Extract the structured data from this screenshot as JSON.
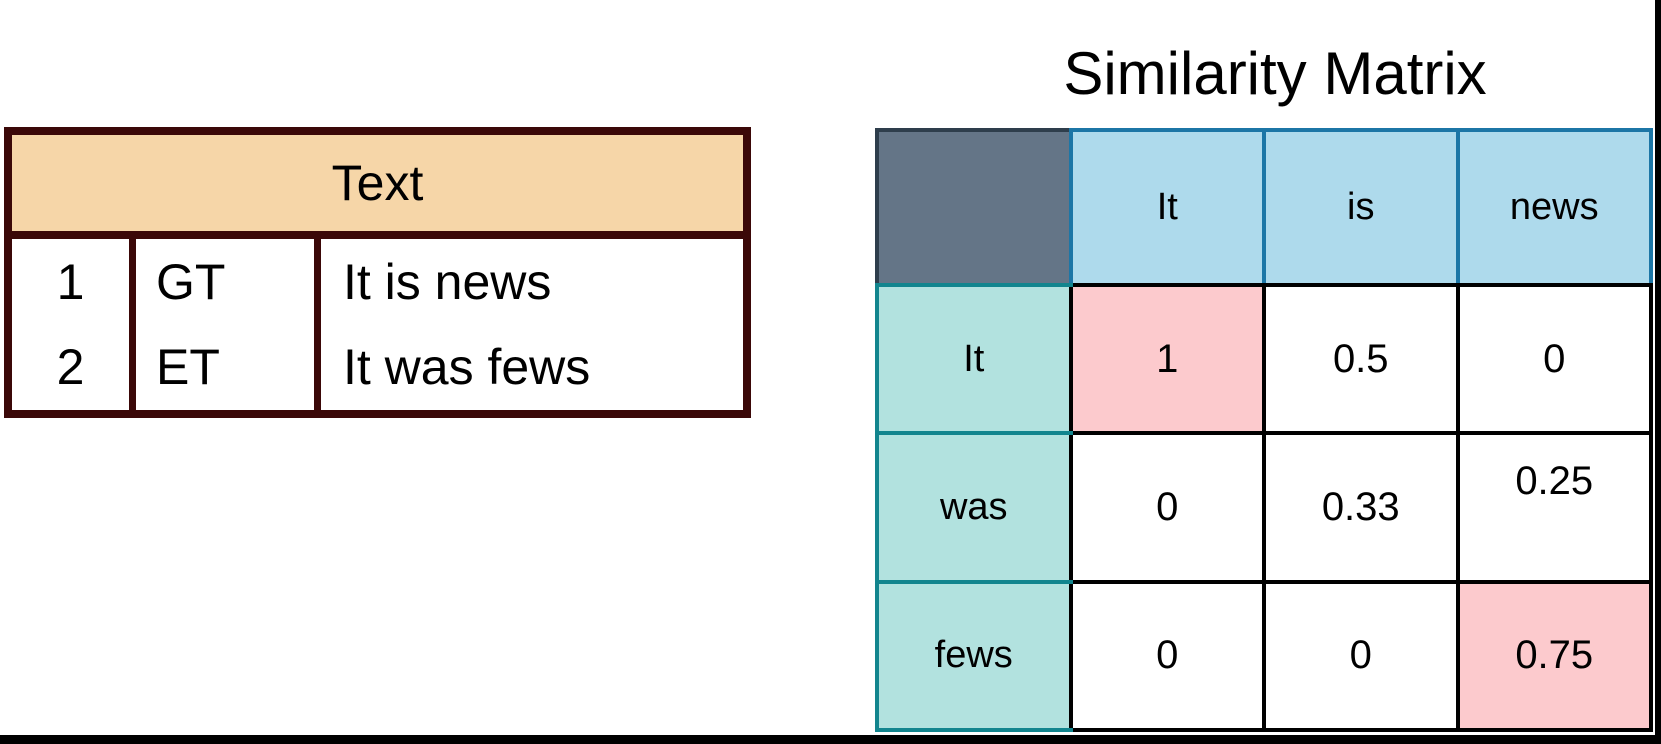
{
  "text_table": {
    "header": "Text",
    "rows": [
      {
        "id": "1",
        "tag": "GT",
        "sentence": "It is news"
      },
      {
        "id": "2",
        "tag": "ET",
        "sentence": "It was fews"
      }
    ],
    "colors": {
      "header_bg": "#F6D6A8",
      "border": "#3B0808"
    }
  },
  "similarity_matrix": {
    "title": "Similarity Matrix",
    "columns": [
      "It",
      "is",
      "news"
    ],
    "rows": [
      "It",
      "was",
      "fews"
    ],
    "values": [
      [
        "1",
        "0.5",
        "0"
      ],
      [
        "0",
        "0.33",
        "0.25"
      ],
      [
        "0",
        "0",
        "0.75"
      ]
    ],
    "highlighted_cells": [
      {
        "row": "It",
        "column": "It",
        "value": "1"
      },
      {
        "row": "fews",
        "column": "news",
        "value": "0.75"
      }
    ],
    "colors": {
      "corner_bg": "#647587",
      "corner_border": "#2E3E4C",
      "col_header_bg": "#AEDAEC",
      "col_header_border": "#1C76A6",
      "row_header_bg": "#B2E2DF",
      "row_header_border": "#12858E",
      "highlight_bg": "#FCCACD",
      "grid_border": "#000000"
    }
  }
}
